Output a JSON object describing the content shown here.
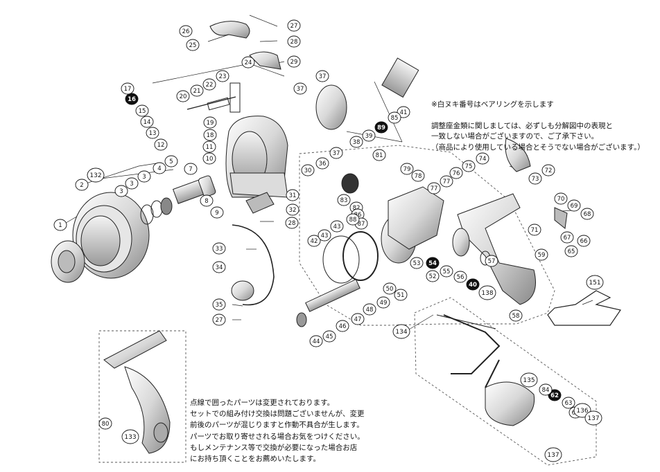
{
  "notes": {
    "bearing_note": "※白ヌキ番号はベアリングを示します",
    "washer_note": "調整座金類に関しましては、必ずしも分解図中の表現と\n一致しない場合がございますので、ご了承下さい。\n（商品により使用している場合とそうでない場合がございます。）",
    "dashed_note": "点線で囲ったパーツは変更されております。\nセットでの組み付け交換は問題ございませんが、変更\n前後のパーツが混じりますと作動不具合が生します。\nパーツでお取り寄せされる場合お気をつけください。\nもしメンテナンス等で交換が必要になった場合お店\nにお持ち頂くことをお薦めいたします。"
  },
  "callouts": [
    {
      "id": "c1",
      "label": "1"
    },
    {
      "id": "c2",
      "label": "2"
    },
    {
      "id": "c3a",
      "label": "3"
    },
    {
      "id": "c3b",
      "label": "3"
    },
    {
      "id": "c3c",
      "label": "3"
    },
    {
      "id": "c4",
      "label": "4"
    },
    {
      "id": "c5",
      "label": "5"
    },
    {
      "id": "c7",
      "label": "7"
    },
    {
      "id": "c8",
      "label": "8"
    },
    {
      "id": "c9",
      "label": "9"
    },
    {
      "id": "c10",
      "label": "10"
    },
    {
      "id": "c11",
      "label": "11"
    },
    {
      "id": "c12",
      "label": "12"
    },
    {
      "id": "c13",
      "label": "13"
    },
    {
      "id": "c14",
      "label": "14"
    },
    {
      "id": "c15",
      "label": "15"
    },
    {
      "id": "c16",
      "label": "16",
      "bearing": true
    },
    {
      "id": "c17",
      "label": "17"
    },
    {
      "id": "c18",
      "label": "18"
    },
    {
      "id": "c19",
      "label": "19"
    },
    {
      "id": "c20",
      "label": "20"
    },
    {
      "id": "c21",
      "label": "21"
    },
    {
      "id": "c22",
      "label": "22"
    },
    {
      "id": "c23",
      "label": "23"
    },
    {
      "id": "c24",
      "label": "24"
    },
    {
      "id": "c25",
      "label": "25"
    },
    {
      "id": "c26",
      "label": "26"
    },
    {
      "id": "c27a",
      "label": "27"
    },
    {
      "id": "c27b",
      "label": "27"
    },
    {
      "id": "c28a",
      "label": "28"
    },
    {
      "id": "c28b",
      "label": "28"
    },
    {
      "id": "c29",
      "label": "29"
    },
    {
      "id": "c30",
      "label": "30"
    },
    {
      "id": "c31",
      "label": "31"
    },
    {
      "id": "c32",
      "label": "32"
    },
    {
      "id": "c33",
      "label": "33"
    },
    {
      "id": "c34",
      "label": "34"
    },
    {
      "id": "c35",
      "label": "35"
    },
    {
      "id": "c36",
      "label": "36"
    },
    {
      "id": "c37a",
      "label": "37"
    },
    {
      "id": "c37b",
      "label": "37"
    },
    {
      "id": "c37c",
      "label": "37"
    },
    {
      "id": "c38",
      "label": "38"
    },
    {
      "id": "c39",
      "label": "39"
    },
    {
      "id": "c40",
      "label": "40",
      "bearing": true
    },
    {
      "id": "c41",
      "label": "41"
    },
    {
      "id": "c42",
      "label": "42"
    },
    {
      "id": "c43a",
      "label": "43"
    },
    {
      "id": "c43b",
      "label": "43"
    },
    {
      "id": "c44",
      "label": "44"
    },
    {
      "id": "c45",
      "label": "45"
    },
    {
      "id": "c46",
      "label": "46"
    },
    {
      "id": "c47",
      "label": "47"
    },
    {
      "id": "c48",
      "label": "48"
    },
    {
      "id": "c49",
      "label": "49"
    },
    {
      "id": "c50",
      "label": "50"
    },
    {
      "id": "c51",
      "label": "51"
    },
    {
      "id": "c52",
      "label": "52"
    },
    {
      "id": "c53",
      "label": "53"
    },
    {
      "id": "c54",
      "label": "54",
      "bearing": true
    },
    {
      "id": "c55",
      "label": "55"
    },
    {
      "id": "c56",
      "label": "56"
    },
    {
      "id": "c57",
      "label": "57"
    },
    {
      "id": "c58",
      "label": "58"
    },
    {
      "id": "c59",
      "label": "59"
    },
    {
      "id": "c62",
      "label": "62",
      "bearing": true
    },
    {
      "id": "c63",
      "label": "63"
    },
    {
      "id": "c64",
      "label": "64"
    },
    {
      "id": "c65",
      "label": "65"
    },
    {
      "id": "c66",
      "label": "66"
    },
    {
      "id": "c67",
      "label": "67"
    },
    {
      "id": "c68",
      "label": "68"
    },
    {
      "id": "c69",
      "label": "69"
    },
    {
      "id": "c70",
      "label": "70"
    },
    {
      "id": "c71",
      "label": "71"
    },
    {
      "id": "c72",
      "label": "72"
    },
    {
      "id": "c73",
      "label": "73"
    },
    {
      "id": "c74",
      "label": "74"
    },
    {
      "id": "c75",
      "label": "75"
    },
    {
      "id": "c76",
      "label": "76"
    },
    {
      "id": "c77a",
      "label": "77"
    },
    {
      "id": "c77b",
      "label": "77"
    },
    {
      "id": "c78",
      "label": "78"
    },
    {
      "id": "c79",
      "label": "79"
    },
    {
      "id": "c80",
      "label": "80"
    },
    {
      "id": "c81",
      "label": "81"
    },
    {
      "id": "c82",
      "label": "82"
    },
    {
      "id": "c83",
      "label": "83"
    },
    {
      "id": "c84",
      "label": "84"
    },
    {
      "id": "c85",
      "label": "85"
    },
    {
      "id": "c86",
      "label": "86"
    },
    {
      "id": "c87",
      "label": "87"
    },
    {
      "id": "c88",
      "label": "88"
    },
    {
      "id": "c89",
      "label": "89",
      "bearing": true
    },
    {
      "id": "c132",
      "label": "132"
    },
    {
      "id": "c133",
      "label": "133"
    },
    {
      "id": "c134",
      "label": "134"
    },
    {
      "id": "c135",
      "label": "135"
    },
    {
      "id": "c136",
      "label": "136"
    },
    {
      "id": "c137a",
      "label": "137"
    },
    {
      "id": "c137b",
      "label": "137"
    },
    {
      "id": "c138",
      "label": "138"
    },
    {
      "id": "c151",
      "label": "151"
    }
  ]
}
